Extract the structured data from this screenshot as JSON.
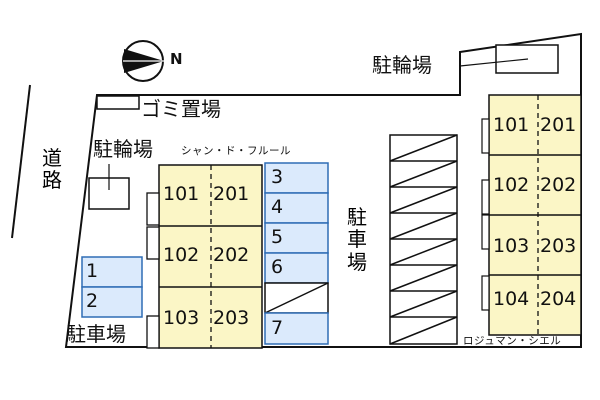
{
  "compass": {
    "north_symbol": "N"
  },
  "labels": {
    "road": "道路",
    "bike_parking_left": "駐輪場",
    "bike_parking_top": "駐輪場",
    "garbage": "ゴミ置場",
    "building_left_name": "シャン・ド・フルール",
    "building_right_name": "ロジュマン・シエル",
    "parking_center": "駐車場",
    "parking_bottom_left": "駐車場"
  },
  "building_left": {
    "units": [
      {
        "left": "101",
        "right": "201"
      },
      {
        "left": "102",
        "right": "202"
      },
      {
        "left": "103",
        "right": "203"
      }
    ]
  },
  "building_right": {
    "units": [
      {
        "left": "101",
        "right": "201"
      },
      {
        "left": "102",
        "right": "202"
      },
      {
        "left": "103",
        "right": "203"
      },
      {
        "left": "104",
        "right": "204"
      }
    ]
  },
  "parking_slots_center": [
    "3",
    "4",
    "5",
    "6",
    "7"
  ],
  "parking_slots_left": [
    "1",
    "2"
  ],
  "colors": {
    "building_fill": "#fbf6c6",
    "parking_fill": "#dbeafc",
    "parking_stroke": "#2f6db5",
    "line": "#111111"
  }
}
